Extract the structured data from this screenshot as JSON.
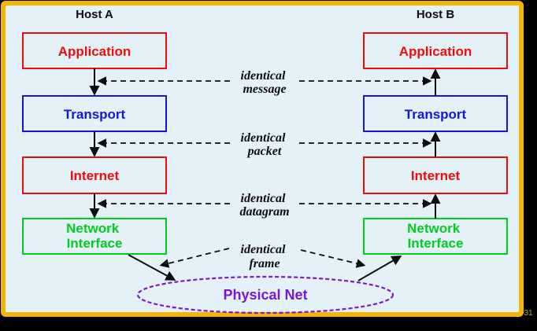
{
  "slide": {
    "page_number": "31",
    "background_color": "#e4f2f8",
    "border_color": "#f6b500",
    "outer_color": "#000000"
  },
  "hosts": [
    {
      "label": "Host A"
    },
    {
      "label": "Host B"
    }
  ],
  "layers": [
    {
      "label": "Application",
      "color": "#ee0d0d"
    },
    {
      "label": "Transport",
      "color": "#1414e0"
    },
    {
      "label": "Internet",
      "color": "#ee0d0d"
    },
    {
      "label": "Network Interface",
      "lines": [
        "Network",
        "Interface"
      ],
      "color": "#00cc22"
    }
  ],
  "connections": [
    {
      "name": "message",
      "lines": [
        "identical",
        "message"
      ]
    },
    {
      "name": "packet",
      "lines": [
        "identical",
        "packet"
      ]
    },
    {
      "name": "datagram",
      "lines": [
        "identical",
        "datagram"
      ]
    },
    {
      "name": "frame",
      "lines": [
        "identical",
        "frame"
      ]
    }
  ],
  "physical_net": {
    "label": "Physical Net",
    "color": "#7a16d6"
  },
  "arrow_color": "#0d0d0d"
}
